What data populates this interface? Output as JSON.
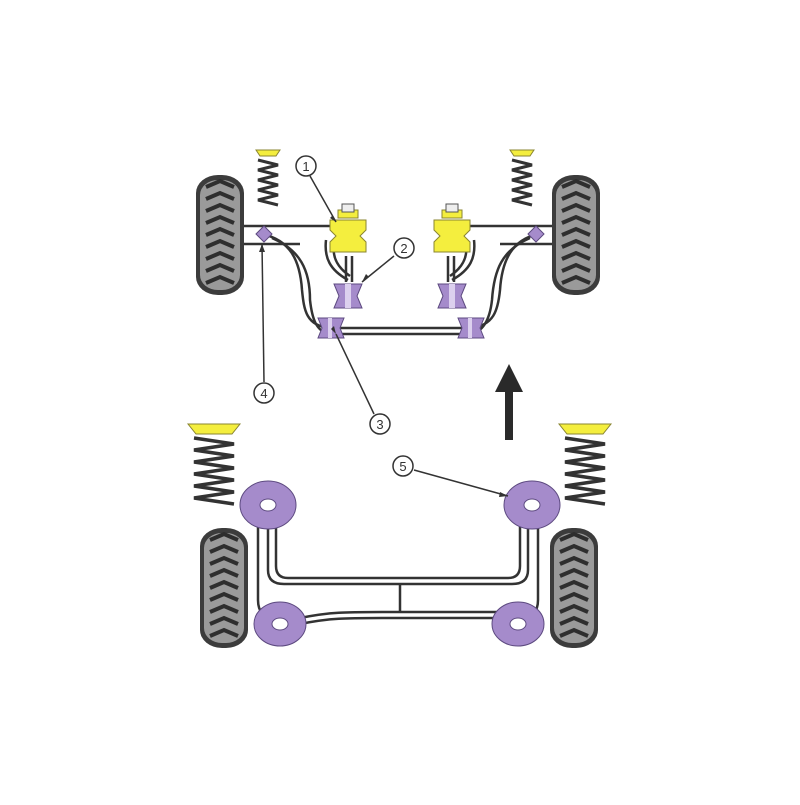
{
  "colors": {
    "background": "#ffffff",
    "bush_yellow": "#f4ee3e",
    "bush_purple": "#a58bcb",
    "tyre_dark": "#404040",
    "tyre_mid": "#8a8a8a",
    "line": "#333333",
    "arrow": "#2a2a2a"
  },
  "callouts": [
    {
      "id": "1",
      "label": "1"
    },
    {
      "id": "2",
      "label": "2"
    },
    {
      "id": "3",
      "label": "3"
    },
    {
      "id": "4",
      "label": "4"
    },
    {
      "id": "5",
      "label": "5"
    }
  ],
  "icons": {
    "direction": "forward-arrow-icon",
    "wheel": "tyre-icon",
    "spring": "coil-spring-icon"
  }
}
